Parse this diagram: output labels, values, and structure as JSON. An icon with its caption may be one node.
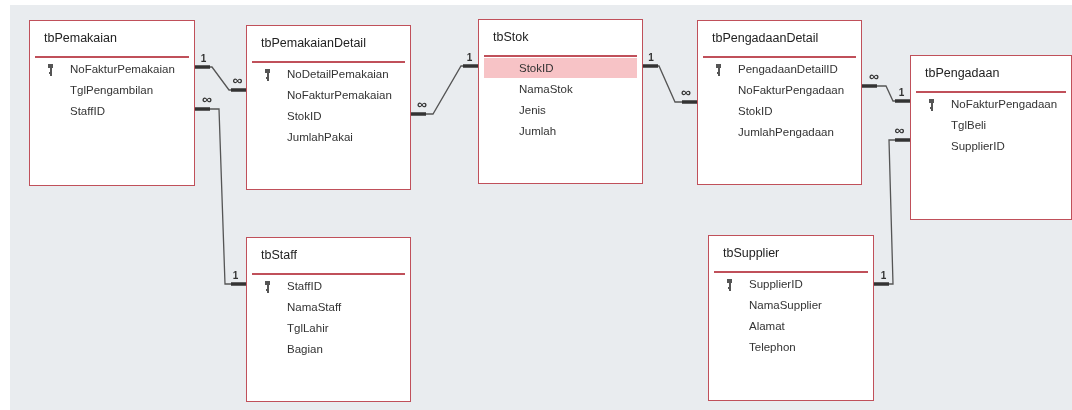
{
  "diagram": {
    "nodes": [
      {
        "text": [
          "tbPemakaian",
          "NoFakturPemakaian",
          "TglPengambilan",
          "StaffID"
        ]
      },
      {
        "text": [
          "tbPemakaianDetail",
          "NoDetailPemakaian",
          "NoFakturPemakaian",
          "StokID",
          "JumlahPakai"
        ]
      },
      {
        "text": [
          "tbStok",
          "StokID",
          "NamaStok",
          "Jenis",
          "Jumlah"
        ]
      },
      {
        "text": [
          "tbPengadaanDetail",
          "PengadaanDetailID",
          "NoFakturPengadaan",
          "StokID",
          "JumlahPengadaan"
        ]
      },
      {
        "text": [
          "tbPengadaan",
          "NoFakturPengadaan",
          "TglBeli",
          "SupplierID"
        ]
      },
      {
        "text": [
          "tbStaff",
          "StaffID",
          "NamaStaff",
          "TglLahir",
          "Bagian"
        ]
      },
      {
        "text": [
          "tbSupplier",
          "SupplierID",
          "NamaSupplier",
          "Alamat",
          "Telephon"
        ]
      }
    ],
    "edges": [
      {
        "from": 0,
        "to": 1,
        "arrow": "other"
      },
      {
        "from": 5,
        "to": 0,
        "arrow": "other"
      },
      {
        "from": 2,
        "to": 1,
        "arrow": "other"
      },
      {
        "from": 2,
        "to": 3,
        "arrow": "other"
      },
      {
        "from": 4,
        "to": 3,
        "arrow": "other"
      },
      {
        "from": 6,
        "to": 4,
        "arrow": "other"
      }
    ],
    "labels": [
      "1",
      "∞",
      "1",
      "∞",
      "1",
      "∞",
      "1",
      "∞",
      "1",
      "∞",
      "1",
      "∞"
    ]
  }
}
